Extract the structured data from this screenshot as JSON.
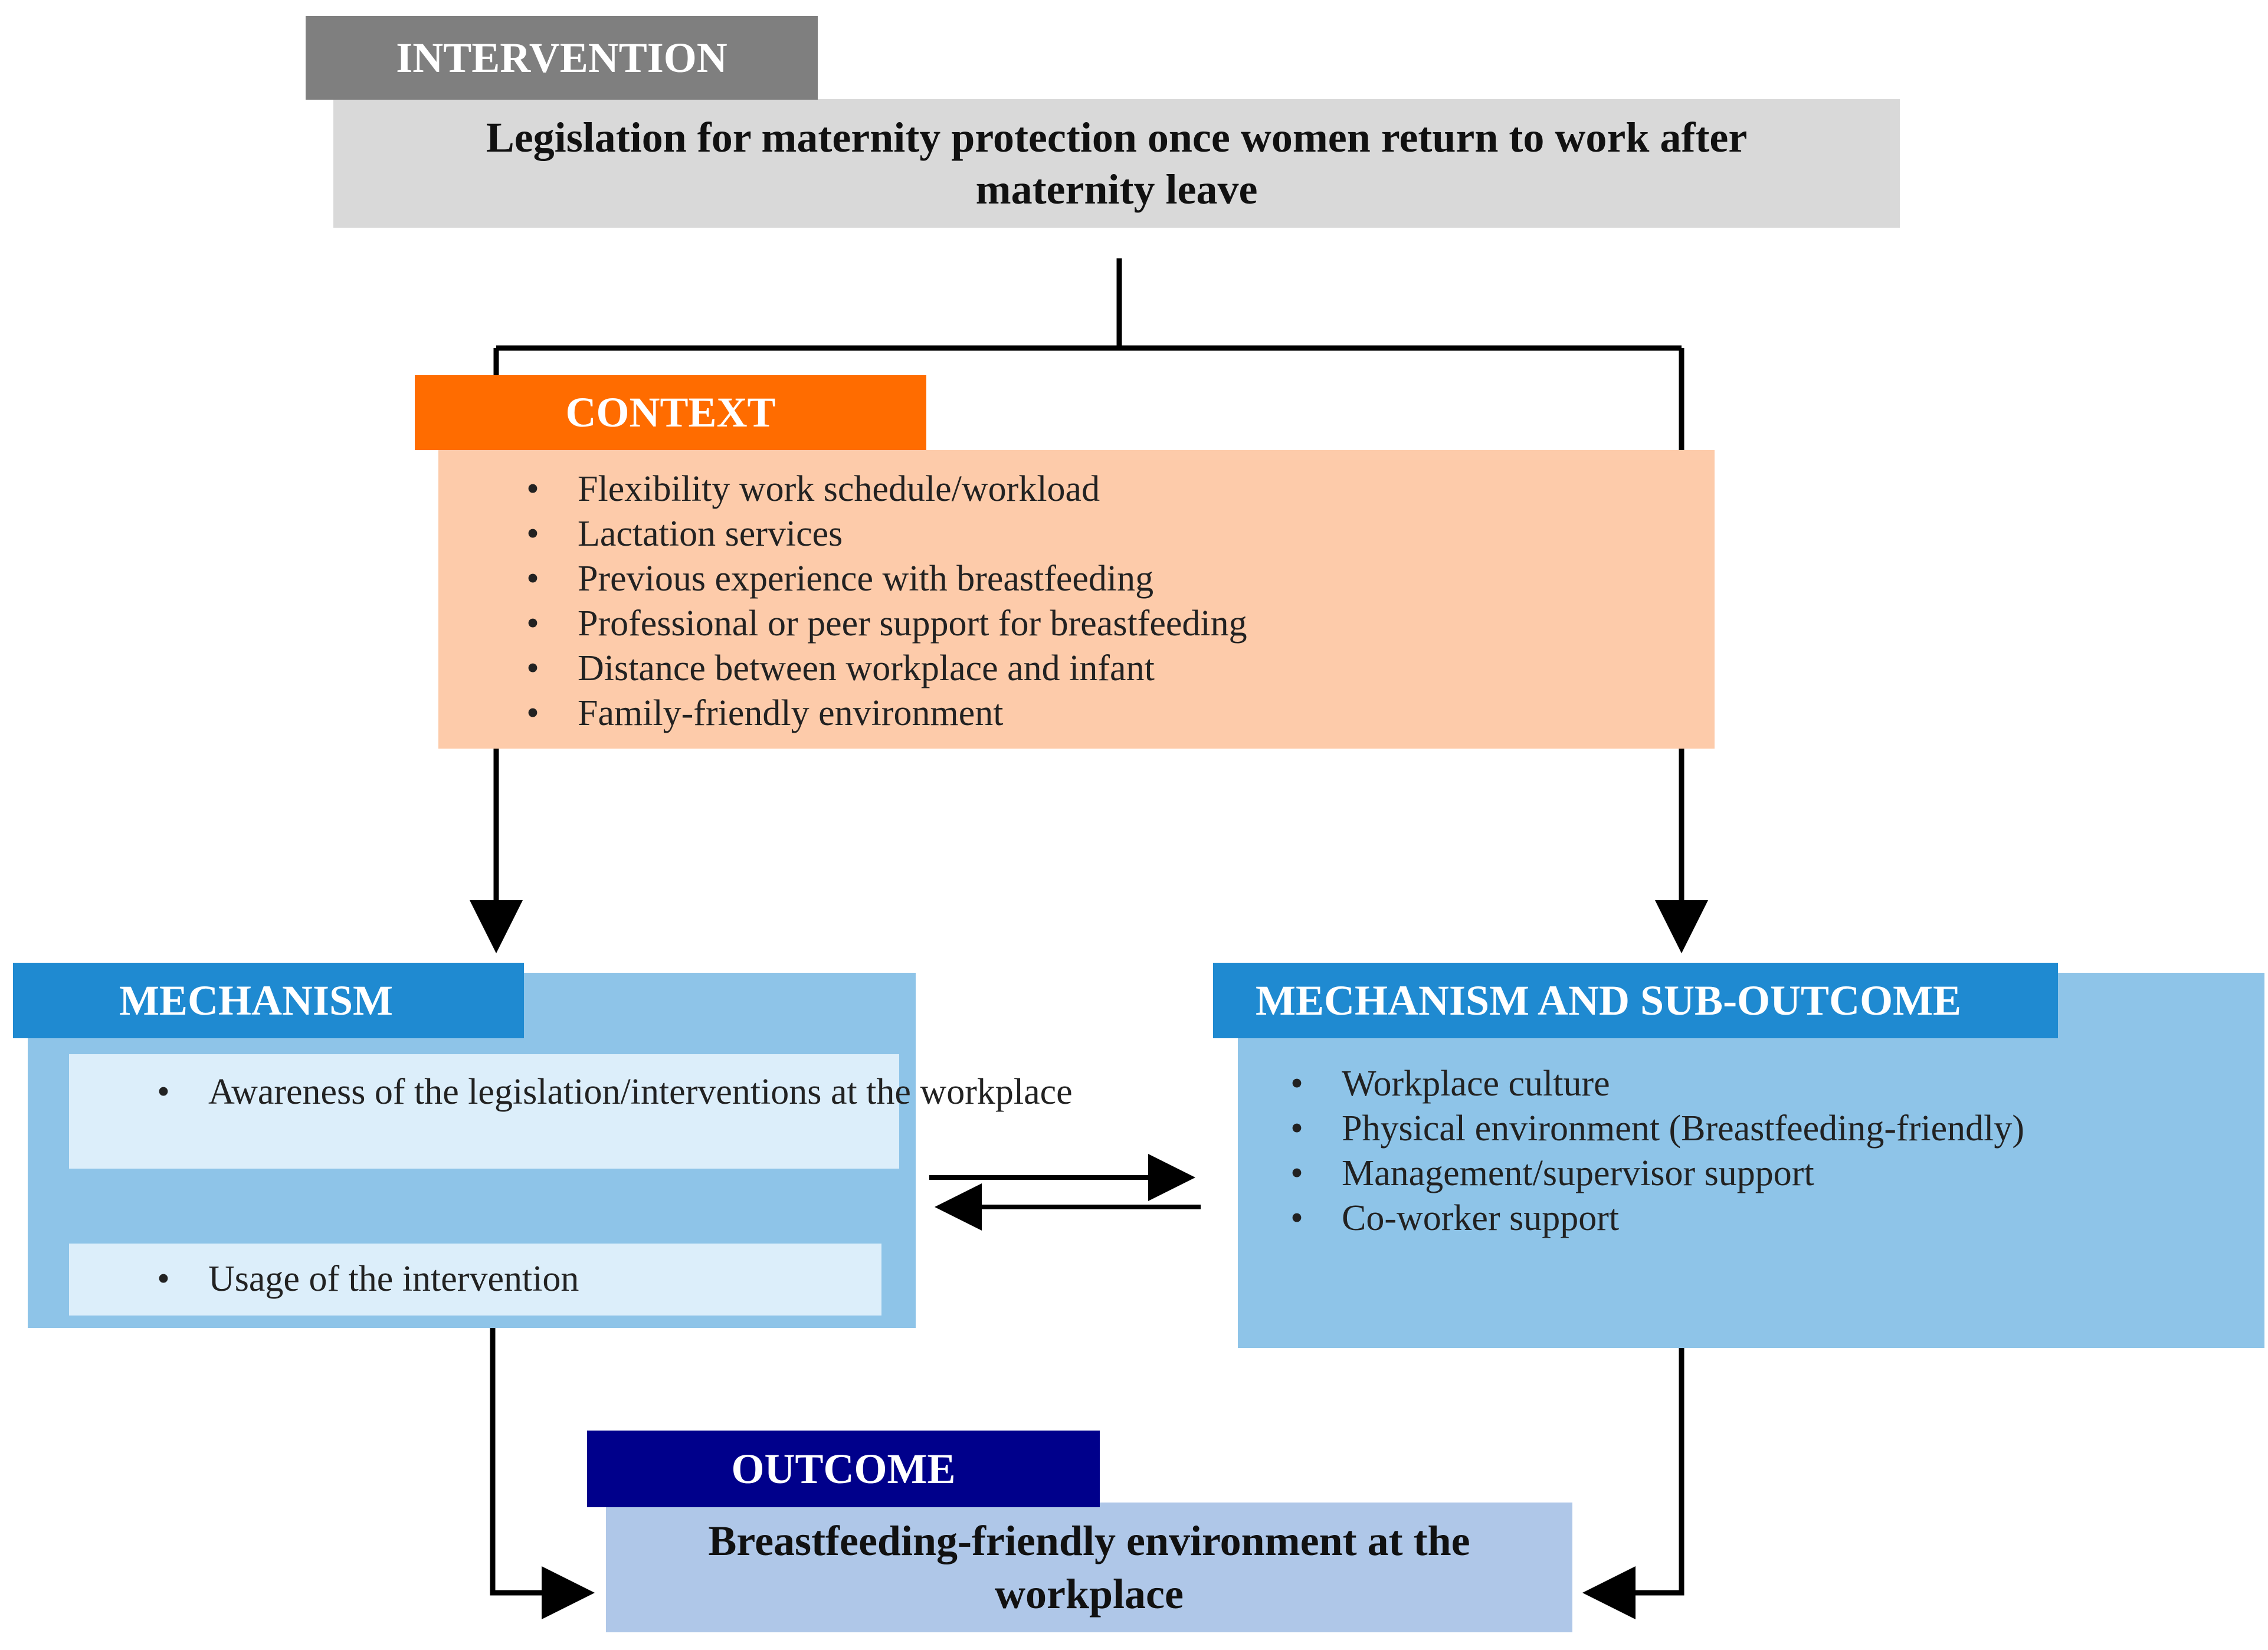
{
  "intervention": {
    "title": "INTERVENTION",
    "text": "Legislation for maternity protection once women return to work after maternity leave"
  },
  "context": {
    "title": "CONTEXT",
    "items": [
      "Flexibility work schedule/workload",
      "Lactation services",
      "Previous experience with breastfeeding",
      "Professional or peer support for breastfeeding",
      "Distance between workplace and infant",
      "Family-friendly environment"
    ]
  },
  "mechanism": {
    "title": "MECHANISM",
    "item_1": "Awareness of the legislation/interventions at the workplace",
    "item_2": "Usage of the intervention"
  },
  "mechanism_sub_outcome": {
    "title": "MECHANISM AND SUB-OUTCOME",
    "items": [
      "Workplace culture",
      "Physical environment (Breastfeeding-friendly)",
      "Management/supervisor support",
      "Co-worker support"
    ]
  },
  "outcome": {
    "title": "OUTCOME",
    "text": "Breastfeeding-friendly environment at the workplace"
  },
  "colors": {
    "intervention_tab": "#7f7f7f",
    "intervention_box": "#d9d9d9",
    "context_tab": "#ff6c00",
    "context_box": "#fdcbaa",
    "mechanism_tab": "#1f8ad1",
    "mechanism_box": "#8ec4e8",
    "mechanism_item_box": "#dceefa",
    "outcome_tab": "#00008b",
    "outcome_box": "#afc7e8"
  }
}
